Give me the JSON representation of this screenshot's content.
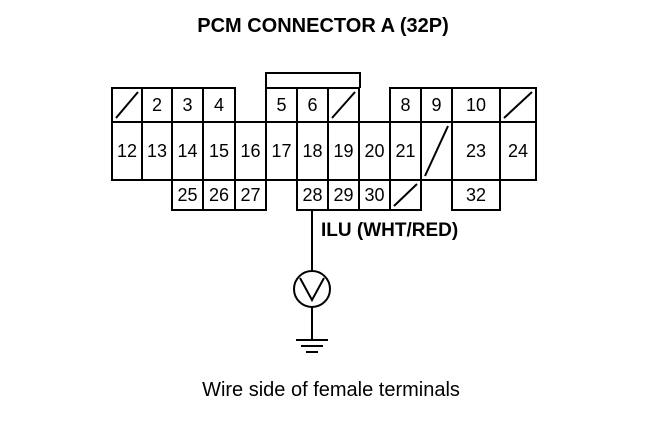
{
  "title": "PCM CONNECTOR A (32P)",
  "wire_label": "ILU (WHT/RED)",
  "caption": "Wire side of female terminals",
  "measured_terminal": "28",
  "terminals": {
    "row1": [
      "",
      "2",
      "3",
      "4",
      "",
      "5",
      "6",
      "",
      "",
      "8",
      "9",
      "10",
      ""
    ],
    "row2": [
      "12",
      "13",
      "14",
      "15",
      "16",
      "17",
      "18",
      "19",
      "20",
      "21",
      "",
      "23",
      "24"
    ],
    "row3": [
      "25",
      "26",
      "27",
      "28",
      "29",
      "30",
      "",
      "32"
    ]
  },
  "colors": {
    "line": "#000000",
    "background": "#ffffff"
  }
}
